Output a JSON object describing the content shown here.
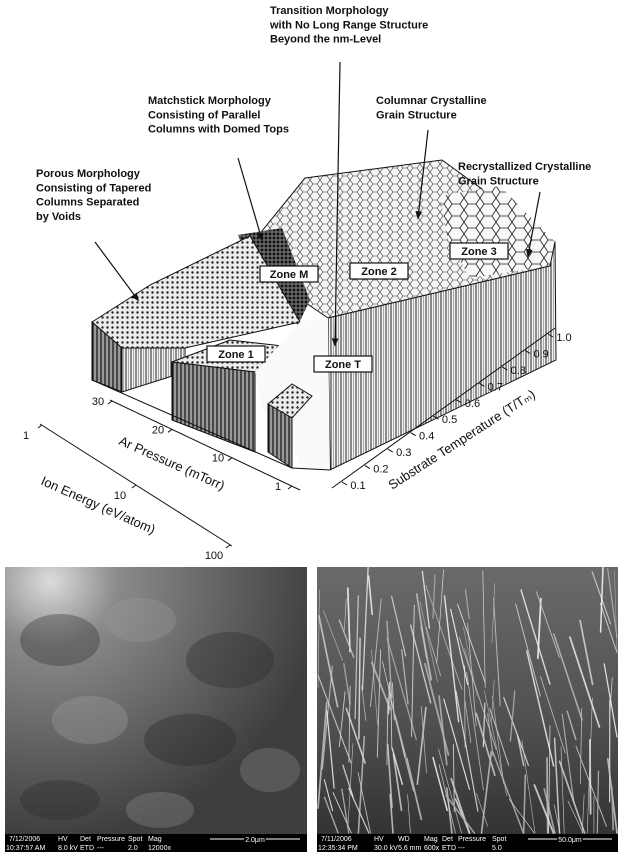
{
  "diagram": {
    "annotations": {
      "transition": [
        "Transition Morphology",
        "with No Long Range Structure",
        "Beyond the nm-Level"
      ],
      "matchstick": [
        "Matchstick Morphology",
        "Consisting of Parallel",
        "Columns with Domed Tops"
      ],
      "columnar": [
        "Columnar Crystalline",
        "Grain Structure"
      ],
      "porous": [
        "Porous Morphology",
        "Consisting of Tapered",
        "Columns Separated",
        "by Voids"
      ],
      "recrystallized": [
        "Recrystallized Crystalline",
        "Grain Structure"
      ]
    },
    "zones": {
      "zone_1": "Zone 1",
      "zone_m": "Zone M",
      "zone_t": "Zone T",
      "zone_2": "Zone 2",
      "zone_3": "Zone 3"
    },
    "axes": {
      "substrate_temperature": {
        "label": "Substrate Temperature  (T/Tₘ)",
        "ticks": [
          "0.1",
          "0.2",
          "0.3",
          "0.4",
          "0.5",
          "0.6",
          "0.7",
          "0.8",
          "0.9",
          "1.0"
        ]
      },
      "ar_pressure": {
        "label": "Ar Pressure  (mTorr)",
        "ticks": [
          "30",
          "20",
          "10",
          "1"
        ]
      },
      "ion_energy": {
        "label": "Ion Energy  (eV/atom)",
        "ticks": [
          "1",
          "10",
          "100"
        ]
      }
    }
  },
  "micrographs": {
    "left": {
      "date": "7/12/2006",
      "time": "10:37:57 AM",
      "headers": [
        "HV",
        "Det",
        "Pressure",
        "Spot",
        "Mag"
      ],
      "values": [
        "8.0 kV",
        "ETD",
        "---",
        "2.0",
        "12000x"
      ],
      "scale_bar": "2.0μm"
    },
    "right": {
      "date": "7/11/2006",
      "time": "12:35:34 PM",
      "headers": [
        "HV",
        "WD",
        "Mag",
        "Det",
        "Pressure",
        "Spot"
      ],
      "values": [
        "30.0 kV",
        "5.6 mm",
        "600x",
        "ETD",
        "---",
        "5.0"
      ],
      "scale_bar": "50.0μm"
    }
  }
}
